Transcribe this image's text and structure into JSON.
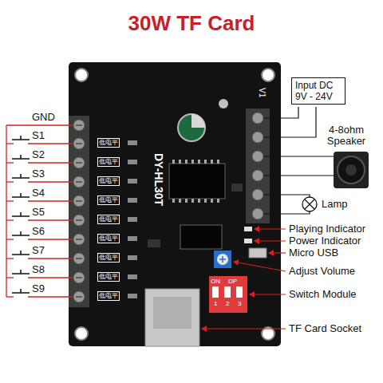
{
  "diagram": {
    "title": "30W TF Card",
    "nodes": [
      {
        "text": [
          "Input DC 9V - 24V"
        ]
      }
    ],
    "labels": [
      "GND",
      "S1",
      "S2",
      "S3",
      "S4",
      "S5",
      "S6",
      "S7",
      "S8",
      "S9",
      "4-8ohm Speaker",
      "Lamp",
      "Playing Indicator",
      "Power Indicator",
      "Micro USB",
      "Adjust Volume",
      "Switch Module",
      "TF Card Socket",
      "DY-HL30T",
      "V1",
      "低电平",
      "低电平",
      "低电平",
      "低电平",
      "低电平",
      "低电平",
      "低电平",
      "低电平",
      "低电平",
      "ON",
      "DP",
      "1",
      "2",
      "3"
    ]
  }
}
